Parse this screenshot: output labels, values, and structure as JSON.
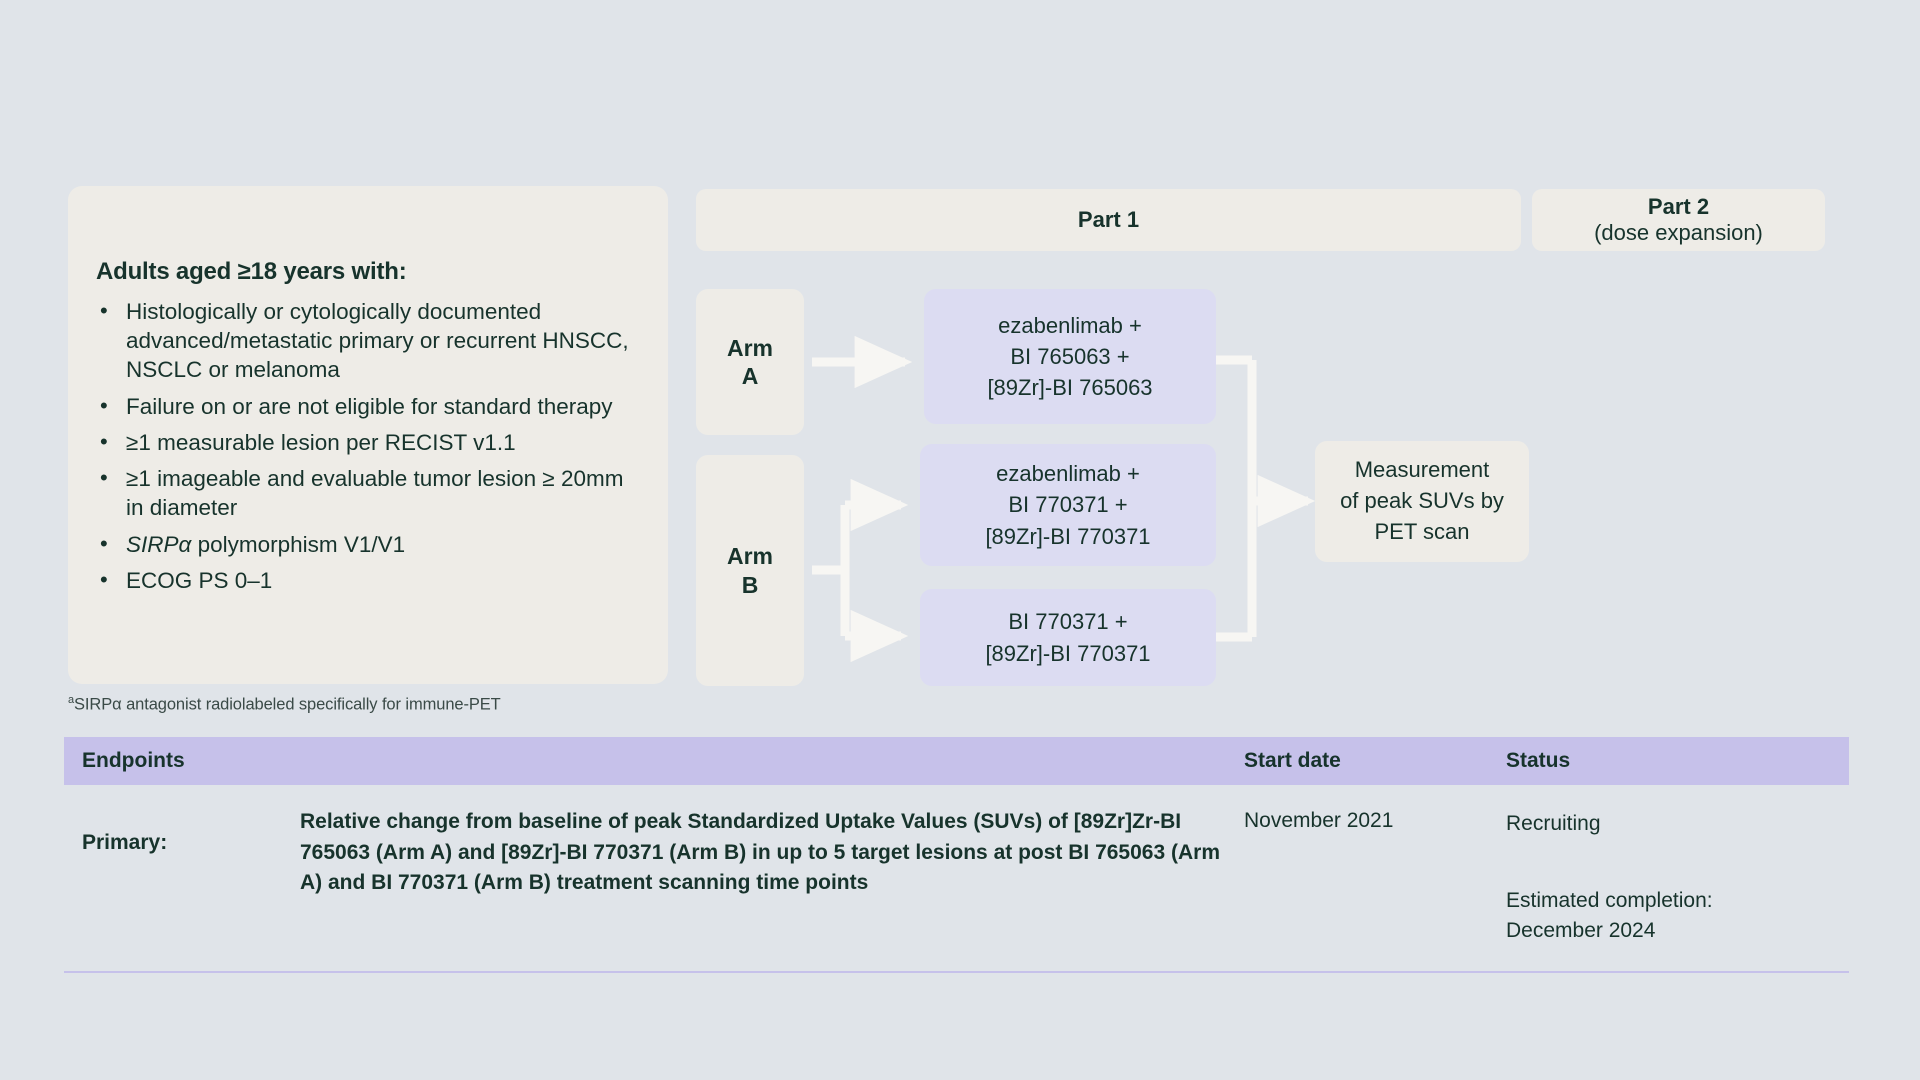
{
  "criteria": {
    "title": "Adults aged ≥18 years with:",
    "bullet_glyph": "•",
    "items": [
      {
        "text": "Histologically or cytologically documented advanced/metastatic primary or recurrent HNSCC, NSCLC or melanoma",
        "italic_lead": ""
      },
      {
        "text": "Failure on or are not eligible for standard therapy",
        "italic_lead": ""
      },
      {
        "text": "≥1 measurable lesion per RECIST v1.1",
        "italic_lead": ""
      },
      {
        "text": "≥1 imageable and evaluable tumor lesion ≥ 20mm in diameter",
        "italic_lead": ""
      },
      {
        "text": " polymorphism V1/V1",
        "italic_lead": "SIRPα"
      },
      {
        "text": "ECOG PS 0–1",
        "italic_lead": ""
      }
    ]
  },
  "footnote": {
    "marker": "a",
    "text": "SIRPα antagonist radiolabeled specifically for immune-PET"
  },
  "parts": {
    "part1_label": "Part 1",
    "part2_title": "Part 2",
    "part2_subtitle": "(dose expansion)"
  },
  "arms": {
    "arm_a_line1": "Arm",
    "arm_a_line2": "A",
    "arm_b_line1": "Arm",
    "arm_b_line2": "B"
  },
  "treatments": {
    "arm_a": [
      "ezabenlimab +",
      "BI 765063 +",
      "[89Zr]-BI 765063"
    ],
    "arm_b_1": [
      "ezabenlimab +",
      "BI 770371 +",
      "[89Zr]-BI 770371"
    ],
    "arm_b_2": [
      "BI 770371 +",
      "[89Zr]-BI 770371"
    ]
  },
  "measurement": [
    "Measurement",
    "of peak SUVs by",
    "PET scan"
  ],
  "table": {
    "headers": {
      "endpoints": "Endpoints",
      "start_date": "Start date",
      "status": "Status"
    },
    "rows": [
      {
        "label": "Primary:",
        "endpoint": "Relative change from baseline of peak Standardized Uptake Values (SUVs) of [89Zr]Zr-BI 765063 (Arm A) and [89Zr]-BI 770371 (Arm B) in up to 5 target lesions at post BI 765063 (Arm A) and BI 770371 (Arm B) treatment scanning time points",
        "start_date": "November 2021",
        "status": "Recruiting",
        "status_note_line1": "Estimated completion:",
        "status_note_line2": "December 2024"
      }
    ]
  },
  "colors": {
    "page_bg": "#e0e4e9",
    "beige": "#eeece7",
    "purple_box": "#dcdcf2",
    "table_header": "#c6c1ea",
    "text": "#17332c",
    "connector": "#f7f6f3"
  }
}
